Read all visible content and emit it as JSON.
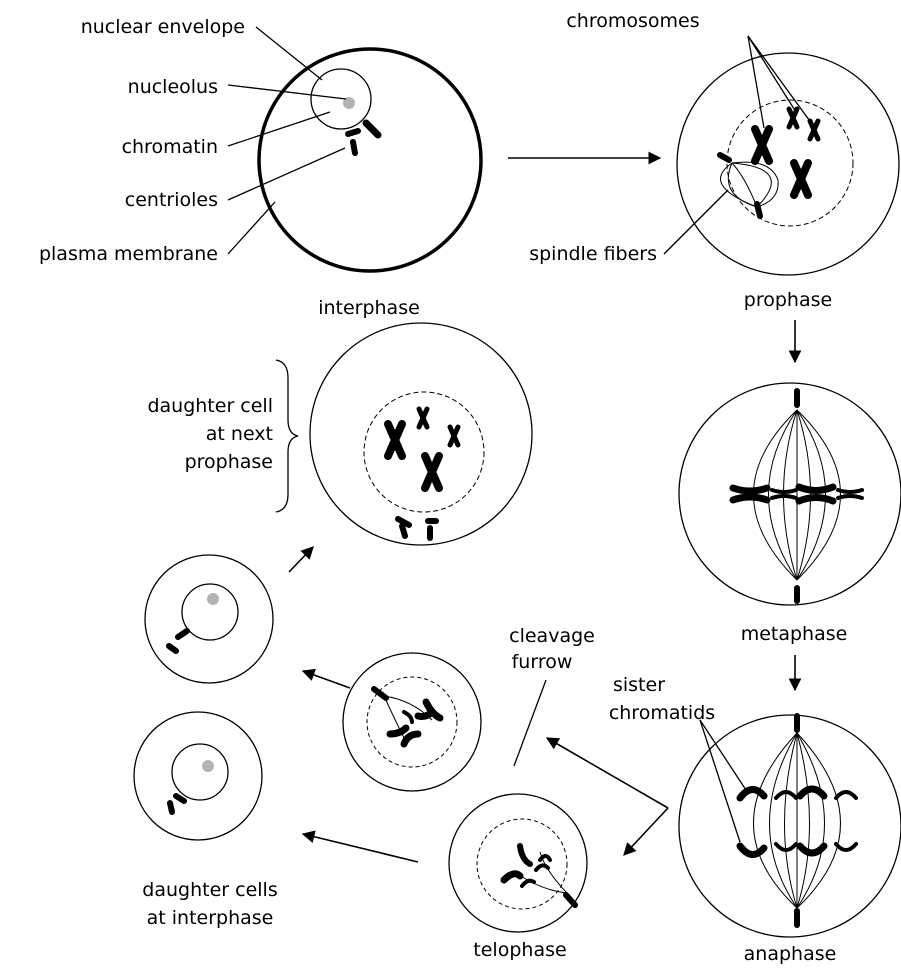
{
  "labels": {
    "nuclear_envelope": "nuclear envelope",
    "nucleolus": "nucleolus",
    "chromatin": "chromatin",
    "centrioles": "centrioles",
    "plasma_membrane": "plasma membrane",
    "interphase": "interphase",
    "chromosomes": "chromosomes",
    "spindle_fibers": "spindle fibers",
    "prophase": "prophase",
    "metaphase": "metaphase",
    "anaphase": "anaphase",
    "telophase": "telophase",
    "sister_chromatids": [
      "sister",
      "chromatids"
    ],
    "cleavage_furrow": [
      "cleavage",
      "furrow"
    ],
    "daughter_cell_next_prophase": [
      "daughter cell",
      "at next",
      "prophase"
    ],
    "daughter_cells_interphase": [
      "daughter cells",
      "at interphase"
    ]
  },
  "colors": {
    "ink": "#000000",
    "nucleolus": "#b3b3b3",
    "background": "#ffffff"
  }
}
